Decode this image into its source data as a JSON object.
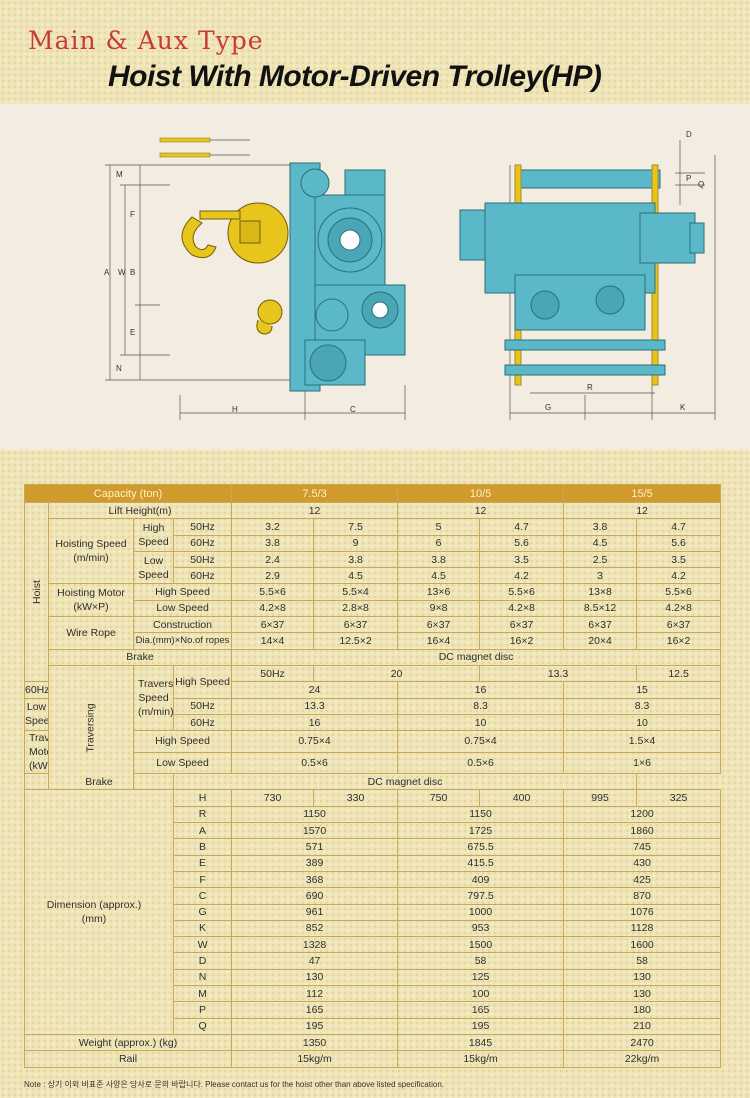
{
  "header": {
    "subtitle": "Main & Aux Type",
    "title": "Hoist With Motor-Driven Trolley(HP)"
  },
  "drawing": {
    "side_labels": [
      "M",
      "F",
      "A",
      "W",
      "B",
      "E",
      "N"
    ],
    "bottom_labels_left": [
      "H",
      "C"
    ],
    "bottom_labels_right": [
      "G",
      "R",
      "K"
    ],
    "right_top_labels": [
      "D",
      "P",
      "Q"
    ]
  },
  "capacity_header": {
    "label": "Capacity (ton)",
    "c1": "7.5/3",
    "c2": "10/5",
    "c3": "15/5"
  },
  "lift_height": {
    "label": "Lift Height(m)",
    "v1": "12",
    "v2": "12",
    "v3": "12"
  },
  "hoist_group": "Hoist",
  "hoisting_speed": {
    "label": "Hoisting Speed (m/min)",
    "high": "High Speed",
    "low": "Low Speed",
    "rows": [
      [
        "50Hz",
        "3.2",
        "7.5",
        "5",
        "4.7",
        "3.8",
        "4.7"
      ],
      [
        "60Hz",
        "3.8",
        "9",
        "6",
        "5.6",
        "4.5",
        "5.6"
      ],
      [
        "50Hz",
        "2.4",
        "3.8",
        "3.8",
        "3.5",
        "2.5",
        "3.5"
      ],
      [
        "60Hz",
        "2.9",
        "4.5",
        "4.5",
        "4.2",
        "3",
        "4.2"
      ]
    ]
  },
  "hoisting_motor": {
    "label": "Hoisting Motor (kW×P)",
    "rows": [
      [
        "High Speed",
        "5.5×6",
        "5.5×4",
        "13×6",
        "5.5×6",
        "13×8",
        "5.5×6"
      ],
      [
        "Low Speed",
        "4.2×8",
        "2.8×8",
        "9×8",
        "4.2×8",
        "8.5×12",
        "4.2×8"
      ]
    ]
  },
  "wire_rope": {
    "label": "Wire Rope",
    "rows": [
      [
        "Construction",
        "6×37",
        "6×37",
        "6×37",
        "6×37",
        "6×37",
        "6×37"
      ],
      [
        "Dia.(mm)×No.of ropes",
        "14×4",
        "12.5×2",
        "16×4",
        "16×2",
        "20×4",
        "16×2"
      ]
    ]
  },
  "brake1": {
    "label": "Brake",
    "value": "DC magnet disc"
  },
  "traversing_group": "Traversing",
  "traversing_speed": {
    "label": "Traversing Speed (m/min)",
    "high": "High Speed",
    "low": "Low Speed",
    "rows": [
      [
        "50Hz",
        "20",
        "13.3",
        "12.5"
      ],
      [
        "60Hz",
        "24",
        "16",
        "15"
      ],
      [
        "50Hz",
        "13.3",
        "8.3",
        "8.3"
      ],
      [
        "60Hz",
        "16",
        "10",
        "10"
      ]
    ]
  },
  "traversing_motor": {
    "label": "Traversing Motor (kW×P)",
    "rows": [
      [
        "High Speed",
        "0.75×4",
        "0.75×4",
        "1.5×4"
      ],
      [
        "Low Speed",
        "0.5×6",
        "0.5×6",
        "1×6"
      ]
    ]
  },
  "brake2": {
    "label": "Brake",
    "value": "DC magnet disc"
  },
  "dimension": {
    "label": "Dimension (approx.) (mm)",
    "h_row": [
      "H",
      "730",
      "330",
      "750",
      "400",
      "995",
      "325"
    ],
    "rows": [
      [
        "R",
        "1150",
        "1150",
        "1200"
      ],
      [
        "A",
        "1570",
        "1725",
        "1860"
      ],
      [
        "B",
        "571",
        "675.5",
        "745"
      ],
      [
        "E",
        "389",
        "415.5",
        "430"
      ],
      [
        "F",
        "368",
        "409",
        "425"
      ],
      [
        "C",
        "690",
        "797.5",
        "870"
      ],
      [
        "G",
        "961",
        "1000",
        "1076"
      ],
      [
        "K",
        "852",
        "953",
        "1128"
      ],
      [
        "W",
        "1328",
        "1500",
        "1600"
      ],
      [
        "D",
        "47",
        "58",
        "58"
      ],
      [
        "N",
        "130",
        "125",
        "130"
      ],
      [
        "M",
        "112",
        "100",
        "130"
      ],
      [
        "P",
        "165",
        "165",
        "180"
      ],
      [
        "Q",
        "195",
        "195",
        "210"
      ]
    ]
  },
  "weight": {
    "label": "Weight (approx.) (kg)",
    "v1": "1350",
    "v2": "1845",
    "v3": "2470"
  },
  "rail": {
    "label": "Rail",
    "v1": "15kg/m",
    "v2": "15kg/m",
    "v3": "22kg/m"
  },
  "note": "Note : 상기 이외 비표준 사양은 당사로 문의 바랍니다.  Please contact us for the hoist other than above listed specification.",
  "colors": {
    "machine_blue": "#5ab8c8",
    "hook_yellow": "#e8c51a",
    "header_band": "#d19a2c",
    "title_red": "#c83a3a"
  }
}
